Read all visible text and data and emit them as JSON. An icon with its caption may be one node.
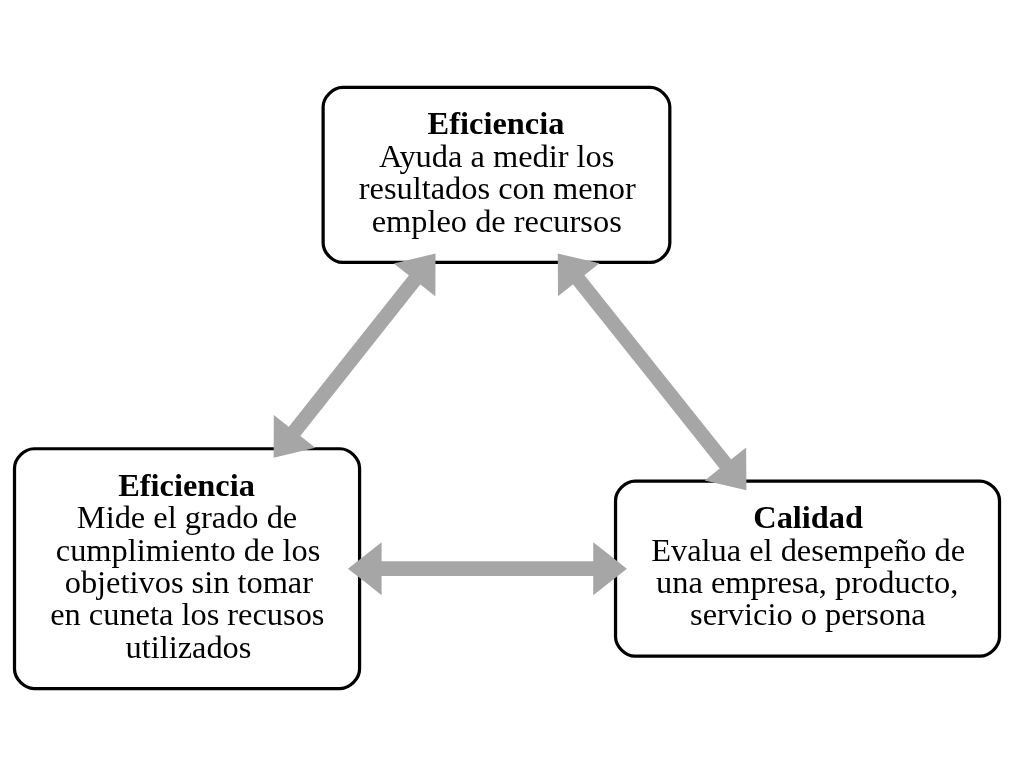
{
  "diagram": {
    "nodes": [
      {
        "text": [
          "Eficiencia",
          "Ayuda a medir los resultados con menor empleo de recursos"
        ]
      },
      {
        "text": [
          "Eficiencia",
          "Mide el grado de cumplimiento de los objetivos sin tomar en cuneta los recusos utilizados"
        ]
      },
      {
        "text": [
          "Calidad",
          "Evalua el desempeño de una empresa, producto, servicio o persona"
        ]
      }
    ],
    "edges": [
      {
        "from": 1,
        "to": 0,
        "arrow": "both"
      },
      {
        "from": 0,
        "to": 2,
        "arrow": "both"
      },
      {
        "from": 1,
        "to": 2,
        "arrow": "both"
      }
    ]
  }
}
